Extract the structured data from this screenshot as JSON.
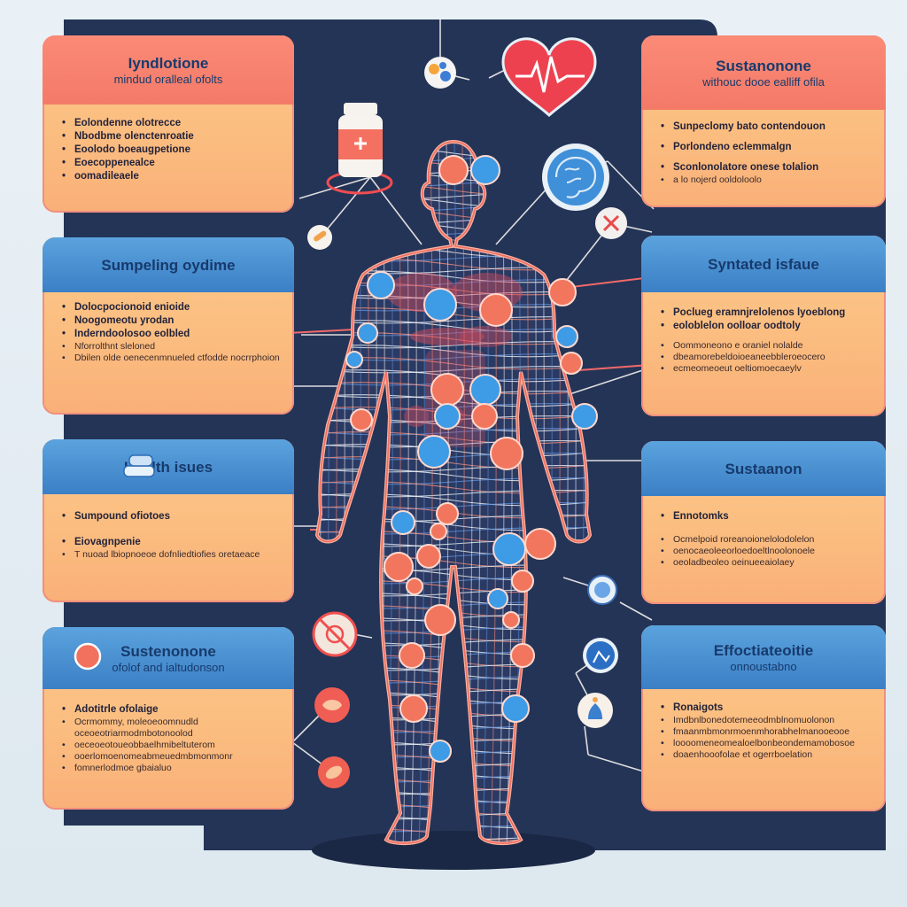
{
  "colors": {
    "navy": "#243456",
    "card_fill": "#fbc48a",
    "red_header": "#f47d6a",
    "blue_header": "#4a8fd3",
    "red_dot": "#f2765e",
    "blue_dot": "#3e9be6",
    "body_outline": "#f4846e"
  },
  "panels": {
    "top_left": {
      "title": "Iyndlotione",
      "subtitle": "mindud oralleal ofolts",
      "items": [
        "Eolondenne olotrecce",
        "Nbodbme olenctenroatie",
        "Eoolodo boeaugpetione",
        "Eoecoppenealce",
        "oomadileaele"
      ]
    },
    "mid_left": {
      "title": "Sumpeling oydime",
      "items": [
        "Dolocpocionoid enioide",
        "Noogomeotu yrodan",
        "Inderndoolosoo eolbled",
        "Nforrolthnt sleloned",
        "Dbilen olde oenecenmnueled ctfodde nocrrphoion"
      ]
    },
    "health_left": {
      "title": "Health isues",
      "items": [
        "Sumpound ofiotoes",
        "Eiovagnpenie",
        "T nuoad lbiopnoeoe dofnliedtiofies oretaeace"
      ]
    },
    "bottom_left": {
      "title": "Sustenonone",
      "subtitle": "ofolof and ialtudonson",
      "items": [
        "Adotitrle ofolaige",
        "Ocrmommy, moleoeoomnudld oceoeotriarmodmbotonoolod",
        "oeceoeotoueobbaelhmibeltuterom",
        "ooerlomoenomeabmeuedmbmonmonr",
        "fomnerlodmoe gbaialuo"
      ]
    },
    "top_right": {
      "title": "Sustanonone",
      "subtitle": "withouc dooe ealliff ofila",
      "items": [
        "Sunpeclomy bato contendouon",
        "Porlondeno eclemmalgn",
        "Sconlonolatore onese tolalion",
        "a lo nojerd ooldoloolo"
      ]
    },
    "mid_right": {
      "title": "Syntated isfaue",
      "items": [
        "Poclueg eramnjrelolenos lyoeblong",
        "eoloblelon oolloar oodtoly",
        "Oommoneono e oraniel nolalde",
        "dbeamorebeldoioeaneebbleroeocero",
        "ecmeomeoeut oeltiomoecaeylv"
      ]
    },
    "sust_right": {
      "title": "Sustaanon",
      "items": [
        "Ennotomks",
        "Ocmelpoid roreanoionelolodolelon",
        "oenocaeoleeorloedoeltlnoolonoele",
        "oeoladbeoleo oeinueeaiolaey"
      ]
    },
    "eff_right": {
      "title": "Effoctiateoitie",
      "subtitle": "onnoustabno",
      "items": [
        "Ronaigots",
        "Imdbnlbonedotemeeodmblnomuolonon",
        "fmaanmbmonrmoenmhorabhelmanooeooe",
        "loooomeneomealoelbonbeondemamobosoe",
        "doaenhooofolae et ogerrboelation"
      ]
    }
  }
}
